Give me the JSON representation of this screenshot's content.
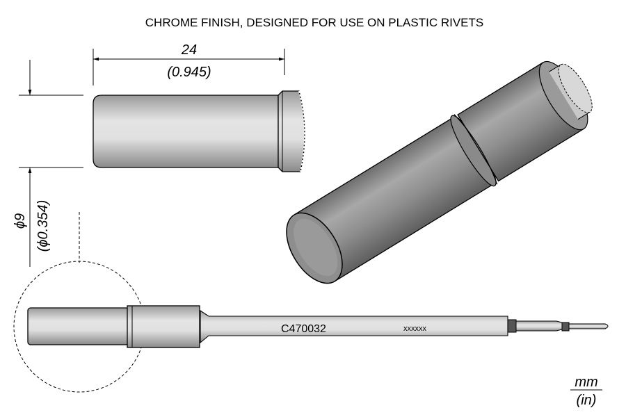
{
  "title": "CHROME FINISH, DESIGNED FOR USE ON PLASTIC RIVETS",
  "dimensions": {
    "length_mm": "24",
    "length_in": "(0.945)",
    "diameter_mm": "ϕ9",
    "diameter_in": "(ϕ0.354)"
  },
  "tip": {
    "part_number": "C470032",
    "code": "xxxxxx"
  },
  "units": {
    "primary": "mm",
    "secondary": "(in)"
  }
}
